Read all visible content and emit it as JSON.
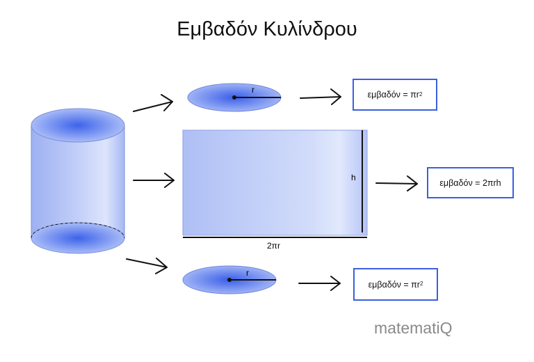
{
  "title": "Εμβαδόν Κυλίνδρου",
  "labels": {
    "radius_top": "r",
    "radius_bottom": "r",
    "height": "h",
    "width": "2πr"
  },
  "formulas": {
    "top_prefix": "εμβαδόν = πr",
    "top_exp": "2",
    "lateral": "εμβαδόν = 2πrh",
    "bottom_prefix": "εμβαδόν = πr",
    "bottom_exp": "2"
  },
  "brand": "matematiQ",
  "colors": {
    "fill_blue": "#5b7ff0",
    "fill_light": "#c9d4f8",
    "box_border": "#3b5fe0"
  }
}
